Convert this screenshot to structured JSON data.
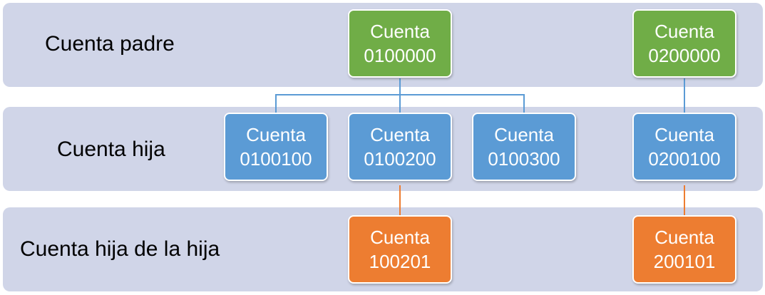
{
  "levels": {
    "parent": "Cuenta padre",
    "child": "Cuenta hija",
    "grandchild": "Cuenta hija de la hija"
  },
  "nodes": {
    "p1": {
      "line1": "Cuenta",
      "line2": "0100000"
    },
    "p2": {
      "line1": "Cuenta",
      "line2": "0200000"
    },
    "c1": {
      "line1": "Cuenta",
      "line2": "0100100"
    },
    "c2": {
      "line1": "Cuenta",
      "line2": "0100200"
    },
    "c3": {
      "line1": "Cuenta",
      "line2": "0100300"
    },
    "c4": {
      "line1": "Cuenta",
      "line2": "0200100"
    },
    "g1": {
      "line1": "Cuenta",
      "line2": "100201"
    },
    "g2": {
      "line1": "Cuenta",
      "line2": "200101"
    }
  },
  "colors": {
    "band": "#d0d5e8",
    "parent": "#70ad47",
    "child": "#5b9bd5",
    "grandchild": "#ed7d31",
    "blue_line": "#5b9bd5",
    "orange_line": "#ed7d31"
  }
}
